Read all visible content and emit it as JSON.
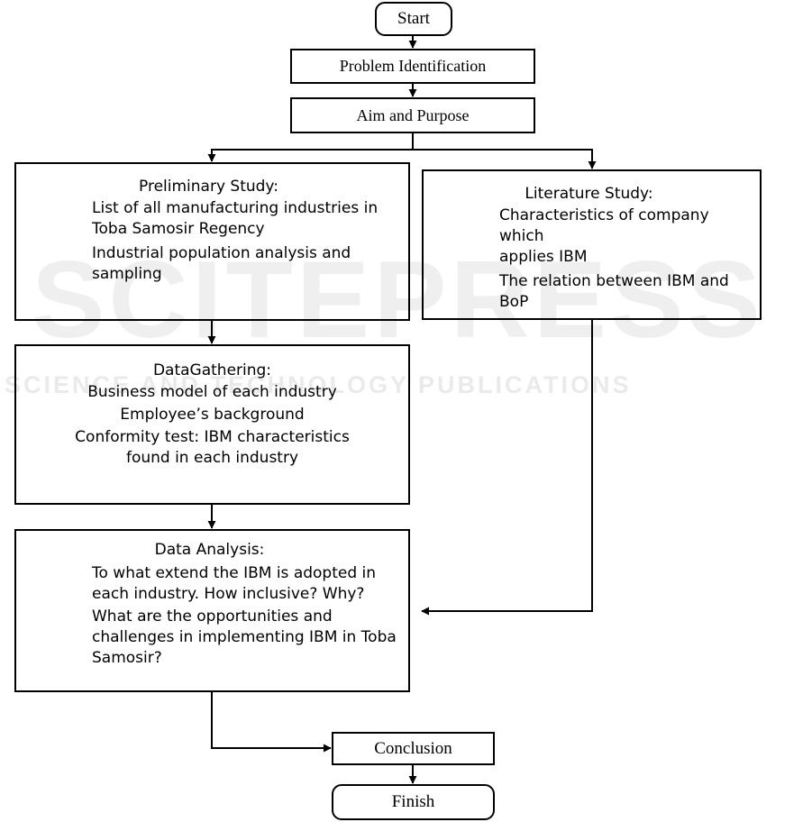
{
  "watermark": {
    "line1": "SCITEPRESS",
    "line2": "SCIENCE AND TECHNOLOGY PUBLICATIONS"
  },
  "nodes": {
    "start": "Start",
    "problem": "Problem Identification",
    "aim": "Aim and Purpose",
    "preliminary": {
      "title": "Preliminary Study:",
      "lines": [
        "List of all manufacturing industries in",
        "Toba Samosir Regency",
        "Industrial population analysis and",
        "sampling"
      ]
    },
    "literature": {
      "title": "Literature Study:",
      "lines": [
        "Characteristics of company which",
        "applies IBM",
        "The relation between IBM and",
        "BoP"
      ]
    },
    "gathering": {
      "title": "DataGathering:",
      "lines": [
        "Business model of each industry",
        "Employee’s background",
        "Conformity test: IBM characteristics",
        "found in each industry"
      ]
    },
    "analysis": {
      "title": "Data Analysis:",
      "lines": [
        "To what extend the IBM is adopted in",
        "each industry. How inclusive? Why?",
        "What are the opportunities and",
        "challenges in implementing IBM in Toba",
        "Samosir?"
      ]
    },
    "conclusion": "Conclusion",
    "finish": "Finish"
  }
}
